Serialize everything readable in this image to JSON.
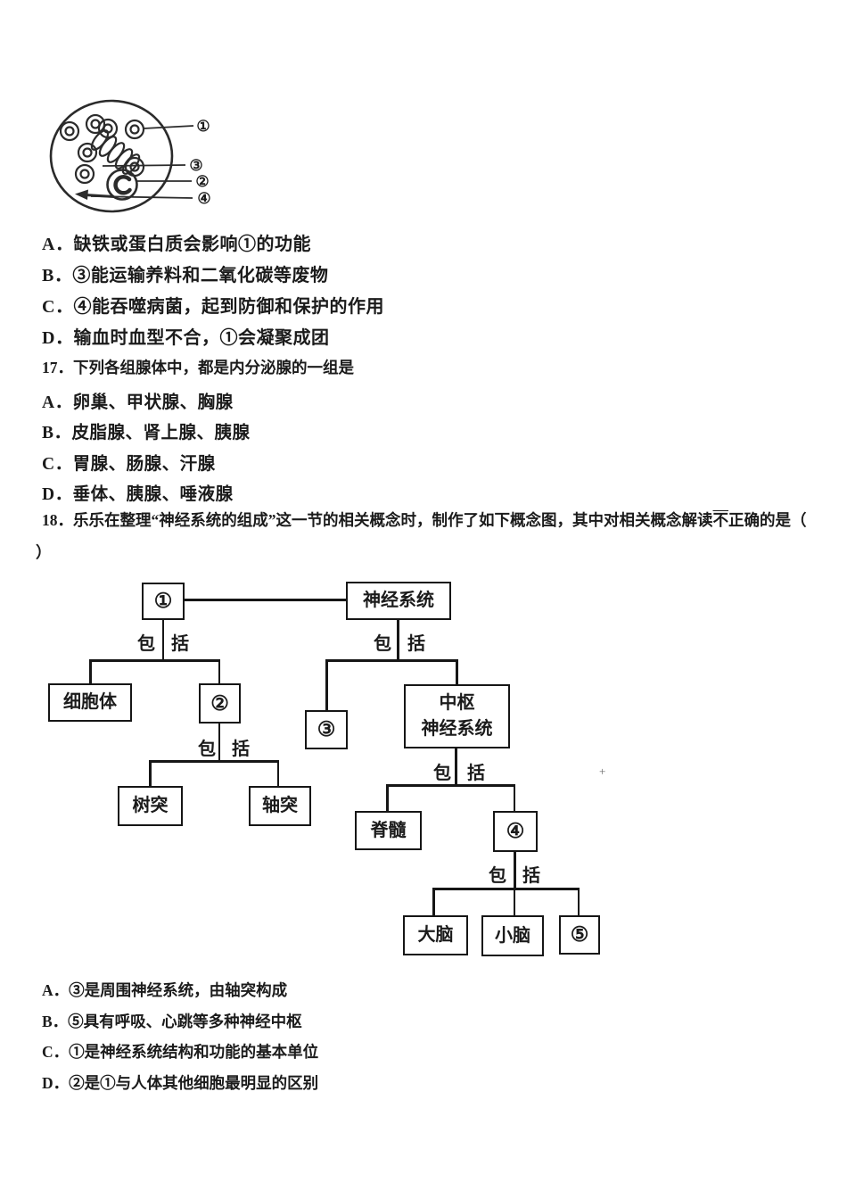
{
  "colors": {
    "ink": "#1b1b1b",
    "line": "#161616"
  },
  "figure": {
    "description": "microscope view of blood smear with labelled cells",
    "labels": [
      "①",
      "③",
      "②",
      "④"
    ]
  },
  "q16": {
    "options": [
      "A．缺铁或蛋白质会影响①的功能",
      "B．③能运输养料和二氧化碳等废物",
      "C．④能吞噬病菌，起到防御和保护的作用",
      "D．输血时血型不合，①会凝聚成团"
    ]
  },
  "q17": {
    "stem": "17．下列各组腺体中，都是内分泌腺的一组是",
    "options": [
      "A．卵巢、甲状腺、胸腺",
      "B．皮脂腺、肾上腺、胰腺",
      "C．胃腺、肠腺、汗腺",
      "D．垂体、胰腺、唾液腺"
    ]
  },
  "q18": {
    "stem_prefix": "18．乐乐在整理“神经系统的组成”这一节的相关概念时，制作了如下概念图，其中对相关概念解读",
    "stem_emph": "不",
    "stem_suffix": "正确的是（",
    "stem_close": "）",
    "options": [
      "A．③是周围神经系统，由轴突构成",
      "B．⑤具有呼吸、心跳等多种神经中枢",
      "C．①是神经系统结构和功能的基本单位",
      "D．②是①与人体其他细胞最明显的区别"
    ]
  },
  "flowchart": {
    "edge_label": "包括",
    "nodes": {
      "n1": "①",
      "nervous": "神经系统",
      "cellbody": "细胞体",
      "n2": "②",
      "n3": "③",
      "cns_line1": "中枢",
      "cns_line2": "神经系统",
      "dendrite": "树突",
      "axon": "轴突",
      "spinal": "脊髓",
      "n4": "④",
      "cerebrum": "大脑",
      "cerebellum": "小脑",
      "n5": "⑤"
    }
  },
  "artifact": "+"
}
